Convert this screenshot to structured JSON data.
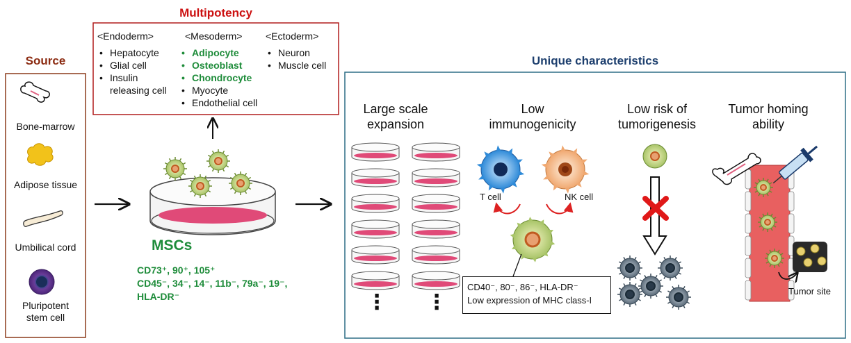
{
  "source": {
    "title": "Source",
    "items": [
      "Bone-marrow",
      "Adipose tissue",
      "Umbilical cord",
      "Pluripotent\nstem cell"
    ]
  },
  "multipotency": {
    "title": "Multipotency",
    "endoderm": {
      "header": "<Endoderm>",
      "items": [
        "Hepatocyte",
        "Glial cell",
        "Insulin\nreleasing cell"
      ]
    },
    "mesoderm": {
      "header": "<Mesoderm>",
      "green_items": [
        "Adipocyte",
        "Osteoblast",
        "Chondrocyte"
      ],
      "items": [
        "Myocyte",
        "Endothelial cell"
      ]
    },
    "ectoderm": {
      "header": "<Ectoderm>",
      "items": [
        "Neuron",
        "Muscle cell"
      ]
    }
  },
  "mscs": {
    "title": "MSCs",
    "markers_line1": "CD73⁺, 90⁺, 105⁺",
    "markers_line2": "CD45⁻, 34⁻, 14⁻, 11b⁻, 79a⁻, 19⁻,",
    "markers_line3": "HLA-DR⁻"
  },
  "unique": {
    "title": "Unique characteristics",
    "large_scale": "Large scale\nexpansion",
    "low_immuno": "Low\nimmunogenicity",
    "low_risk": "Low risk of\ntumorigenesis",
    "tumor_homing": "Tumor homing\nability",
    "t_cell": "T cell",
    "nk_cell": "NK cell",
    "immuno_box_line1": "CD40⁻, 80⁻, 86⁻, HLA-DR⁻",
    "immuno_box_line2": "Low expression of MHC class-I",
    "tumor_site": "Tumor site",
    "ellipsis": "⋮"
  },
  "colors": {
    "red_title": "#cc1111",
    "brown_title": "#8b2a10",
    "blue_title": "#1d3f6e",
    "green_text": "#1e8c3a",
    "source_border": "#8b3a1a",
    "multipotency_border": "#b01c1c",
    "unique_border": "#2f6f86",
    "dish_fill": "#e04a78",
    "vessel_fill": "#e86060"
  }
}
